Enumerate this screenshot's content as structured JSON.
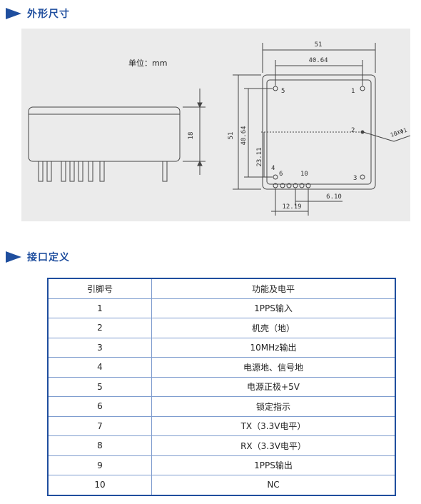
{
  "sections": {
    "dimensions_title": "外形尺寸",
    "interface_title": "接口定义"
  },
  "drawing": {
    "unit_label": "单位：mm",
    "dims": {
      "side_height": "18",
      "top_width": "51",
      "top_inner_width": "40.64",
      "left_height": "51",
      "left_inner_height": "40.64",
      "pin_offset": "23.11",
      "pin_spacing_small": "6.10",
      "pin_spacing_large": "12.19",
      "hole_spec": "10XΦ1"
    },
    "pin_labels": [
      "1",
      "2",
      "3",
      "4",
      "5",
      "6",
      "10"
    ]
  },
  "table": {
    "headers": [
      "引脚号",
      "功能及电平"
    ],
    "rows": [
      [
        "1",
        "1PPS输入"
      ],
      [
        "2",
        "机壳（地）"
      ],
      [
        "3",
        "10MHz输出"
      ],
      [
        "4",
        "电源地、信号地"
      ],
      [
        "5",
        "电源正极+5V"
      ],
      [
        "6",
        "锁定指示"
      ],
      [
        "7",
        "TX（3.3V电平）"
      ],
      [
        "8",
        "RX（3.3V电平）"
      ],
      [
        "9",
        "1PPS输出"
      ],
      [
        "10",
        "NC"
      ]
    ]
  },
  "colors": {
    "accent": "#1f4e9e",
    "table_border": "#7e9cce",
    "drawing_bg": "#ebebeb"
  }
}
